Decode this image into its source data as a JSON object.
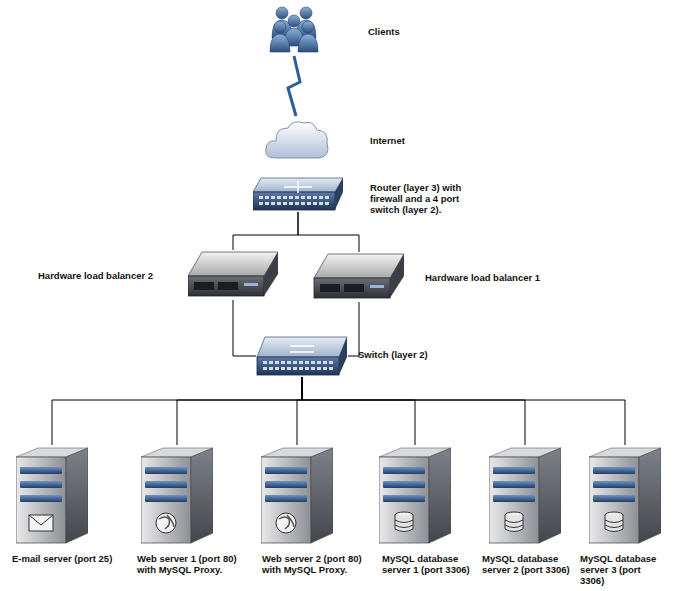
{
  "diagram": {
    "nodes": [
      {
        "text": [
          "Clients"
        ]
      },
      {
        "text": [
          "Internet"
        ]
      },
      {
        "text": [
          "Router (layer 3) with firewall and a 4 port switch (layer 2)."
        ]
      },
      {
        "text": [
          "Hardware load balancer 2"
        ]
      },
      {
        "text": [
          "Hardware load balancer 1"
        ]
      },
      {
        "text": [
          "Switch (layer 2)"
        ]
      },
      {
        "text": [
          "E-mail server (port 25)"
        ]
      },
      {
        "text": [
          "Web server 1 (port 80) with MySQL Proxy."
        ]
      },
      {
        "text": [
          "Web server 2 (port 80) with MySQL Proxy."
        ]
      },
      {
        "text": [
          "MySQL database server 1 (port 3306)"
        ]
      },
      {
        "text": [
          "MySQL database server 2 (port 3306)"
        ]
      },
      {
        "text": [
          "MySQL database server 3 (port 3306)"
        ]
      }
    ],
    "edges": [
      {
        "from": 0,
        "to": 1,
        "arrow": "none"
      },
      {
        "from": 2,
        "to": 3,
        "arrow": "none"
      },
      {
        "from": 2,
        "to": 4,
        "arrow": "none"
      },
      {
        "from": 3,
        "to": 5,
        "arrow": "none"
      },
      {
        "from": 4,
        "to": 5,
        "arrow": "none"
      },
      {
        "from": 5,
        "to": 6,
        "arrow": "none"
      },
      {
        "from": 5,
        "to": 7,
        "arrow": "none"
      },
      {
        "from": 5,
        "to": 8,
        "arrow": "none"
      },
      {
        "from": 5,
        "to": 9,
        "arrow": "none"
      },
      {
        "from": 5,
        "to": 10,
        "arrow": "none"
      },
      {
        "from": 5,
        "to": 11,
        "arrow": "none"
      }
    ]
  }
}
